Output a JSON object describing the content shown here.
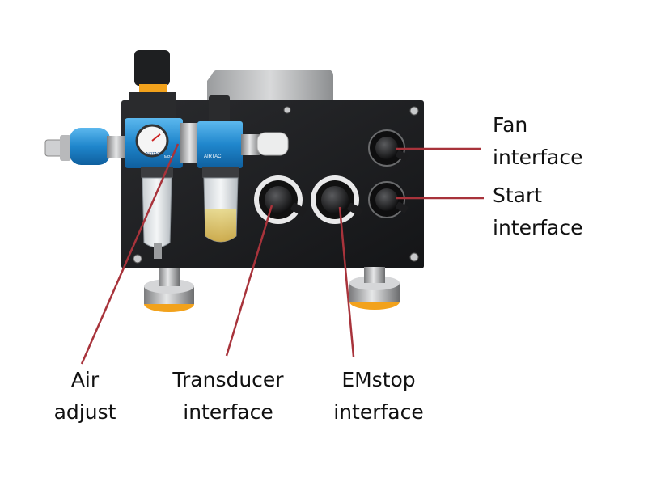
{
  "colors": {
    "leader_line": "#a8333b",
    "panel": "#1b1c1e",
    "anodized_blue": "#2d8fce",
    "foot_orange": "#f2a21c"
  },
  "device": {
    "regulator_brand": "AIRTAC",
    "regulator_unit": "MPa",
    "filter_brand": "AIRTAC"
  },
  "labels": {
    "fan": {
      "line1": "Fan",
      "line2": "interface"
    },
    "start": {
      "line1": "Start",
      "line2": "interface"
    },
    "air": {
      "line1": "Air",
      "line2": "adjust"
    },
    "transducer": {
      "line1": "Transducer",
      "line2": "interface"
    },
    "emstop": {
      "line1": "EMstop",
      "line2": "interface"
    }
  }
}
